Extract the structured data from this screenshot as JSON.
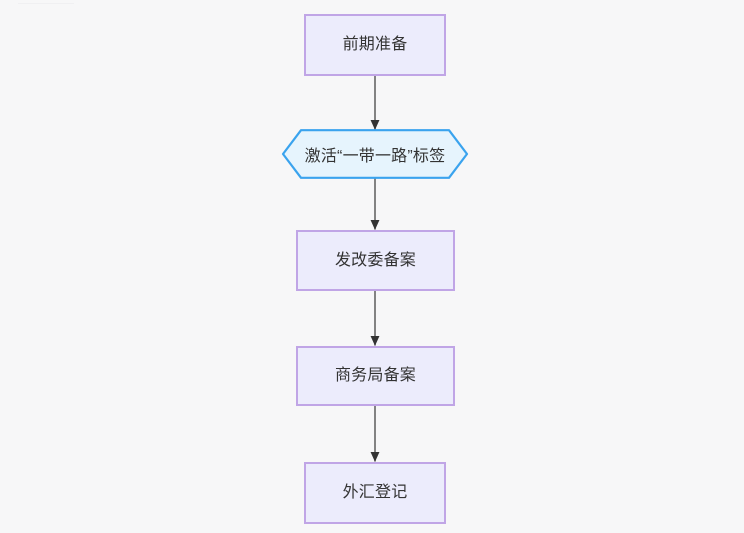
{
  "diagram": {
    "type": "flowchart",
    "direction": "top-to-bottom",
    "background_color": "#f7f7f8",
    "process_fill": "#ececfc",
    "process_stroke": "#c0a5e6",
    "hexagon_fill": "#e6f4fd",
    "hexagon_stroke": "#3aa3ee",
    "edge_color": "#666666",
    "arrow_color": "#333333",
    "text_color": "#333333",
    "nodes": [
      {
        "id": "n1",
        "shape": "rectangle",
        "label": "前期准备"
      },
      {
        "id": "n2",
        "shape": "hexagon",
        "label": "激活“一带一路”标签"
      },
      {
        "id": "n3",
        "shape": "rectangle",
        "label": "发改委备案"
      },
      {
        "id": "n4",
        "shape": "rectangle",
        "label": "商务局备案"
      },
      {
        "id": "n5",
        "shape": "rectangle",
        "label": "外汇登记"
      }
    ],
    "edges": [
      {
        "from": "n1",
        "to": "n2",
        "label": ""
      },
      {
        "from": "n2",
        "to": "n3",
        "label": ""
      },
      {
        "from": "n3",
        "to": "n4",
        "label": ""
      },
      {
        "from": "n4",
        "to": "n5",
        "label": ""
      }
    ]
  }
}
